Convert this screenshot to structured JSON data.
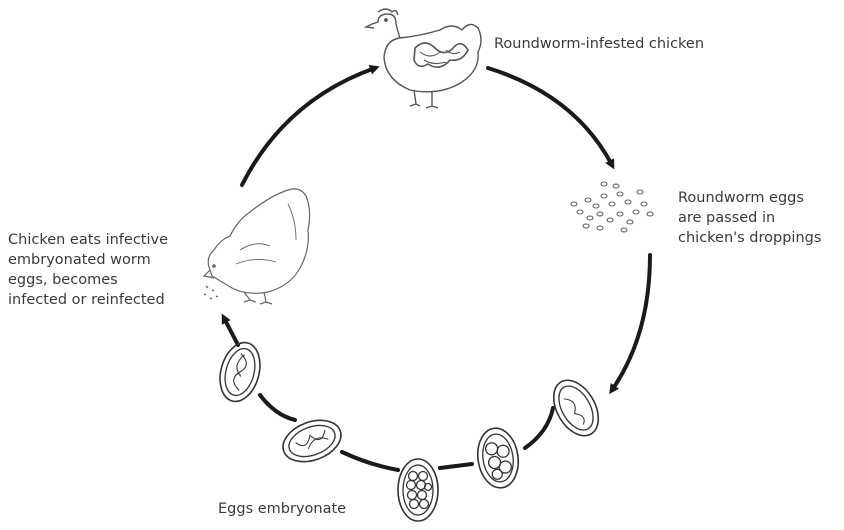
{
  "diagram": {
    "labels": {
      "infested_chicken": "Roundworm-infested chicken",
      "eggs_passed": [
        "Roundworm eggs",
        "are passed in",
        "chicken's droppings"
      ],
      "chicken_eats": [
        "Chicken eats infective",
        "embryonated worm",
        "eggs, becomes",
        "infected or reinfected"
      ],
      "eggs_embryonate": "Eggs embryonate"
    },
    "colors": {
      "line": "#1a1a1a",
      "sketch": "#555555",
      "text": "#3a3a3a"
    },
    "icons": [
      "chicken-with-worms",
      "roundworm-eggs-droppings",
      "embryonating-egg",
      "eating-chicken"
    ]
  }
}
